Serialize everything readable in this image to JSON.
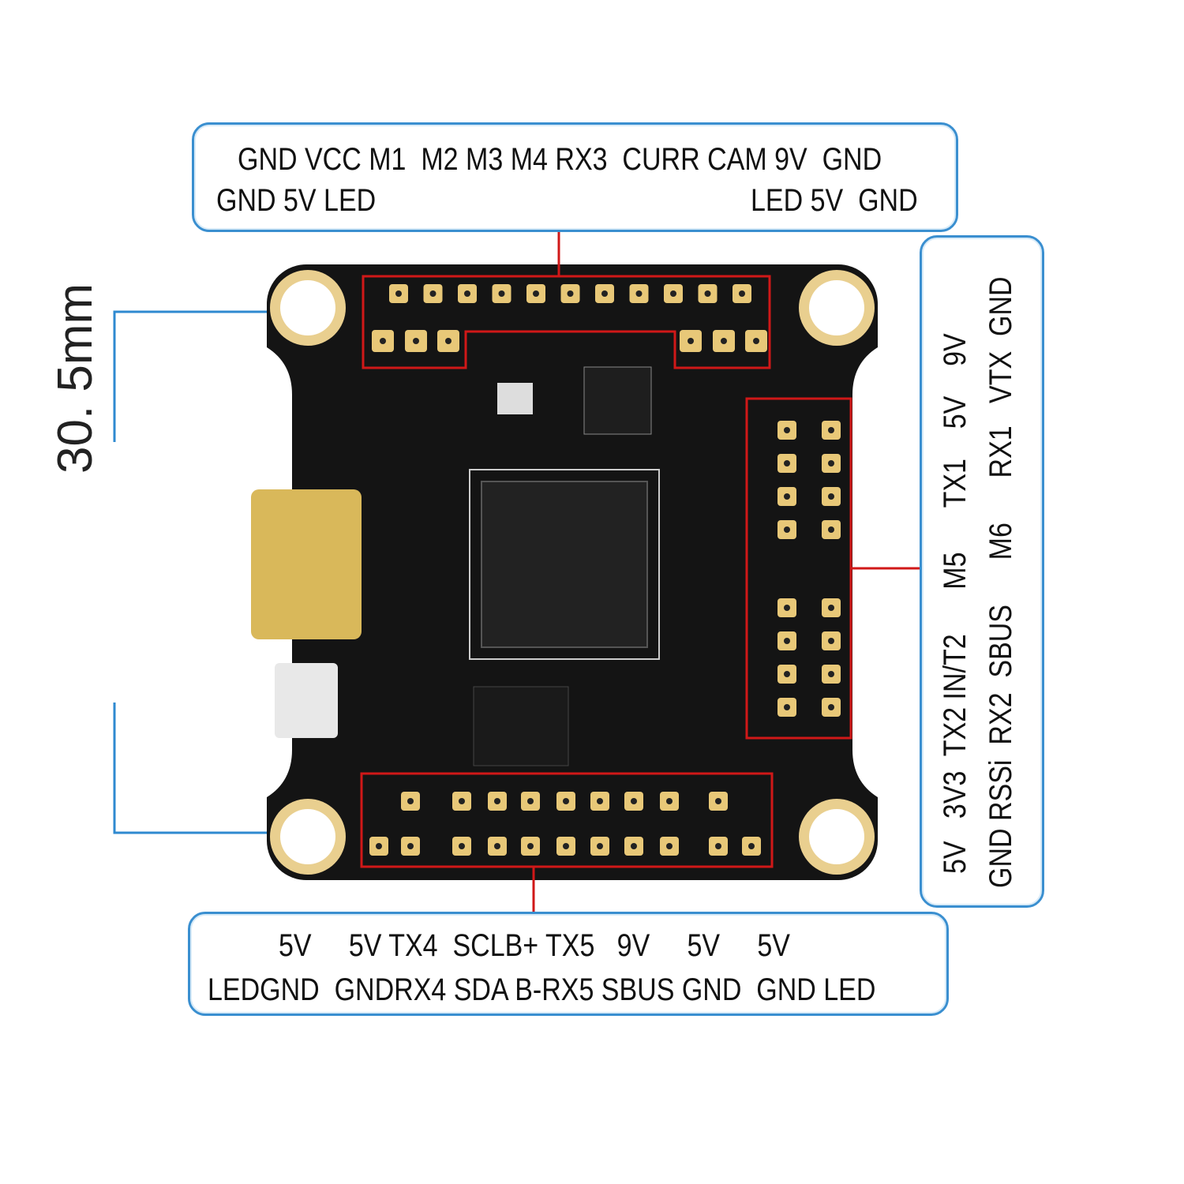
{
  "top_labels": {
    "row1": "GND VCC M1  M2 M3 M4 RX3  CURR CAM 9V  GND",
    "row2_left": "GND 5V LED",
    "row2_right": "LED 5V  GND"
  },
  "right_labels": {
    "row1": "5V   3V3  TX2 IN/T2      M5      TX1    5V    9V",
    "row2": "GND RSSi  RX2  SBUS      M6      RX1   VTX  GND"
  },
  "bottom_labels": {
    "row1": "5V     5V TX4  SCLB+ TX5   9V     5V     5V",
    "row2": "LEDGND  GNDRX4 SDA B-RX5 SBUS GND  GND LED"
  },
  "dimension": "30. 5mm",
  "colors": {
    "box_border": "#3a8fd0",
    "callout": "#d01818",
    "board": "#141414",
    "pad": "#e8c878"
  }
}
